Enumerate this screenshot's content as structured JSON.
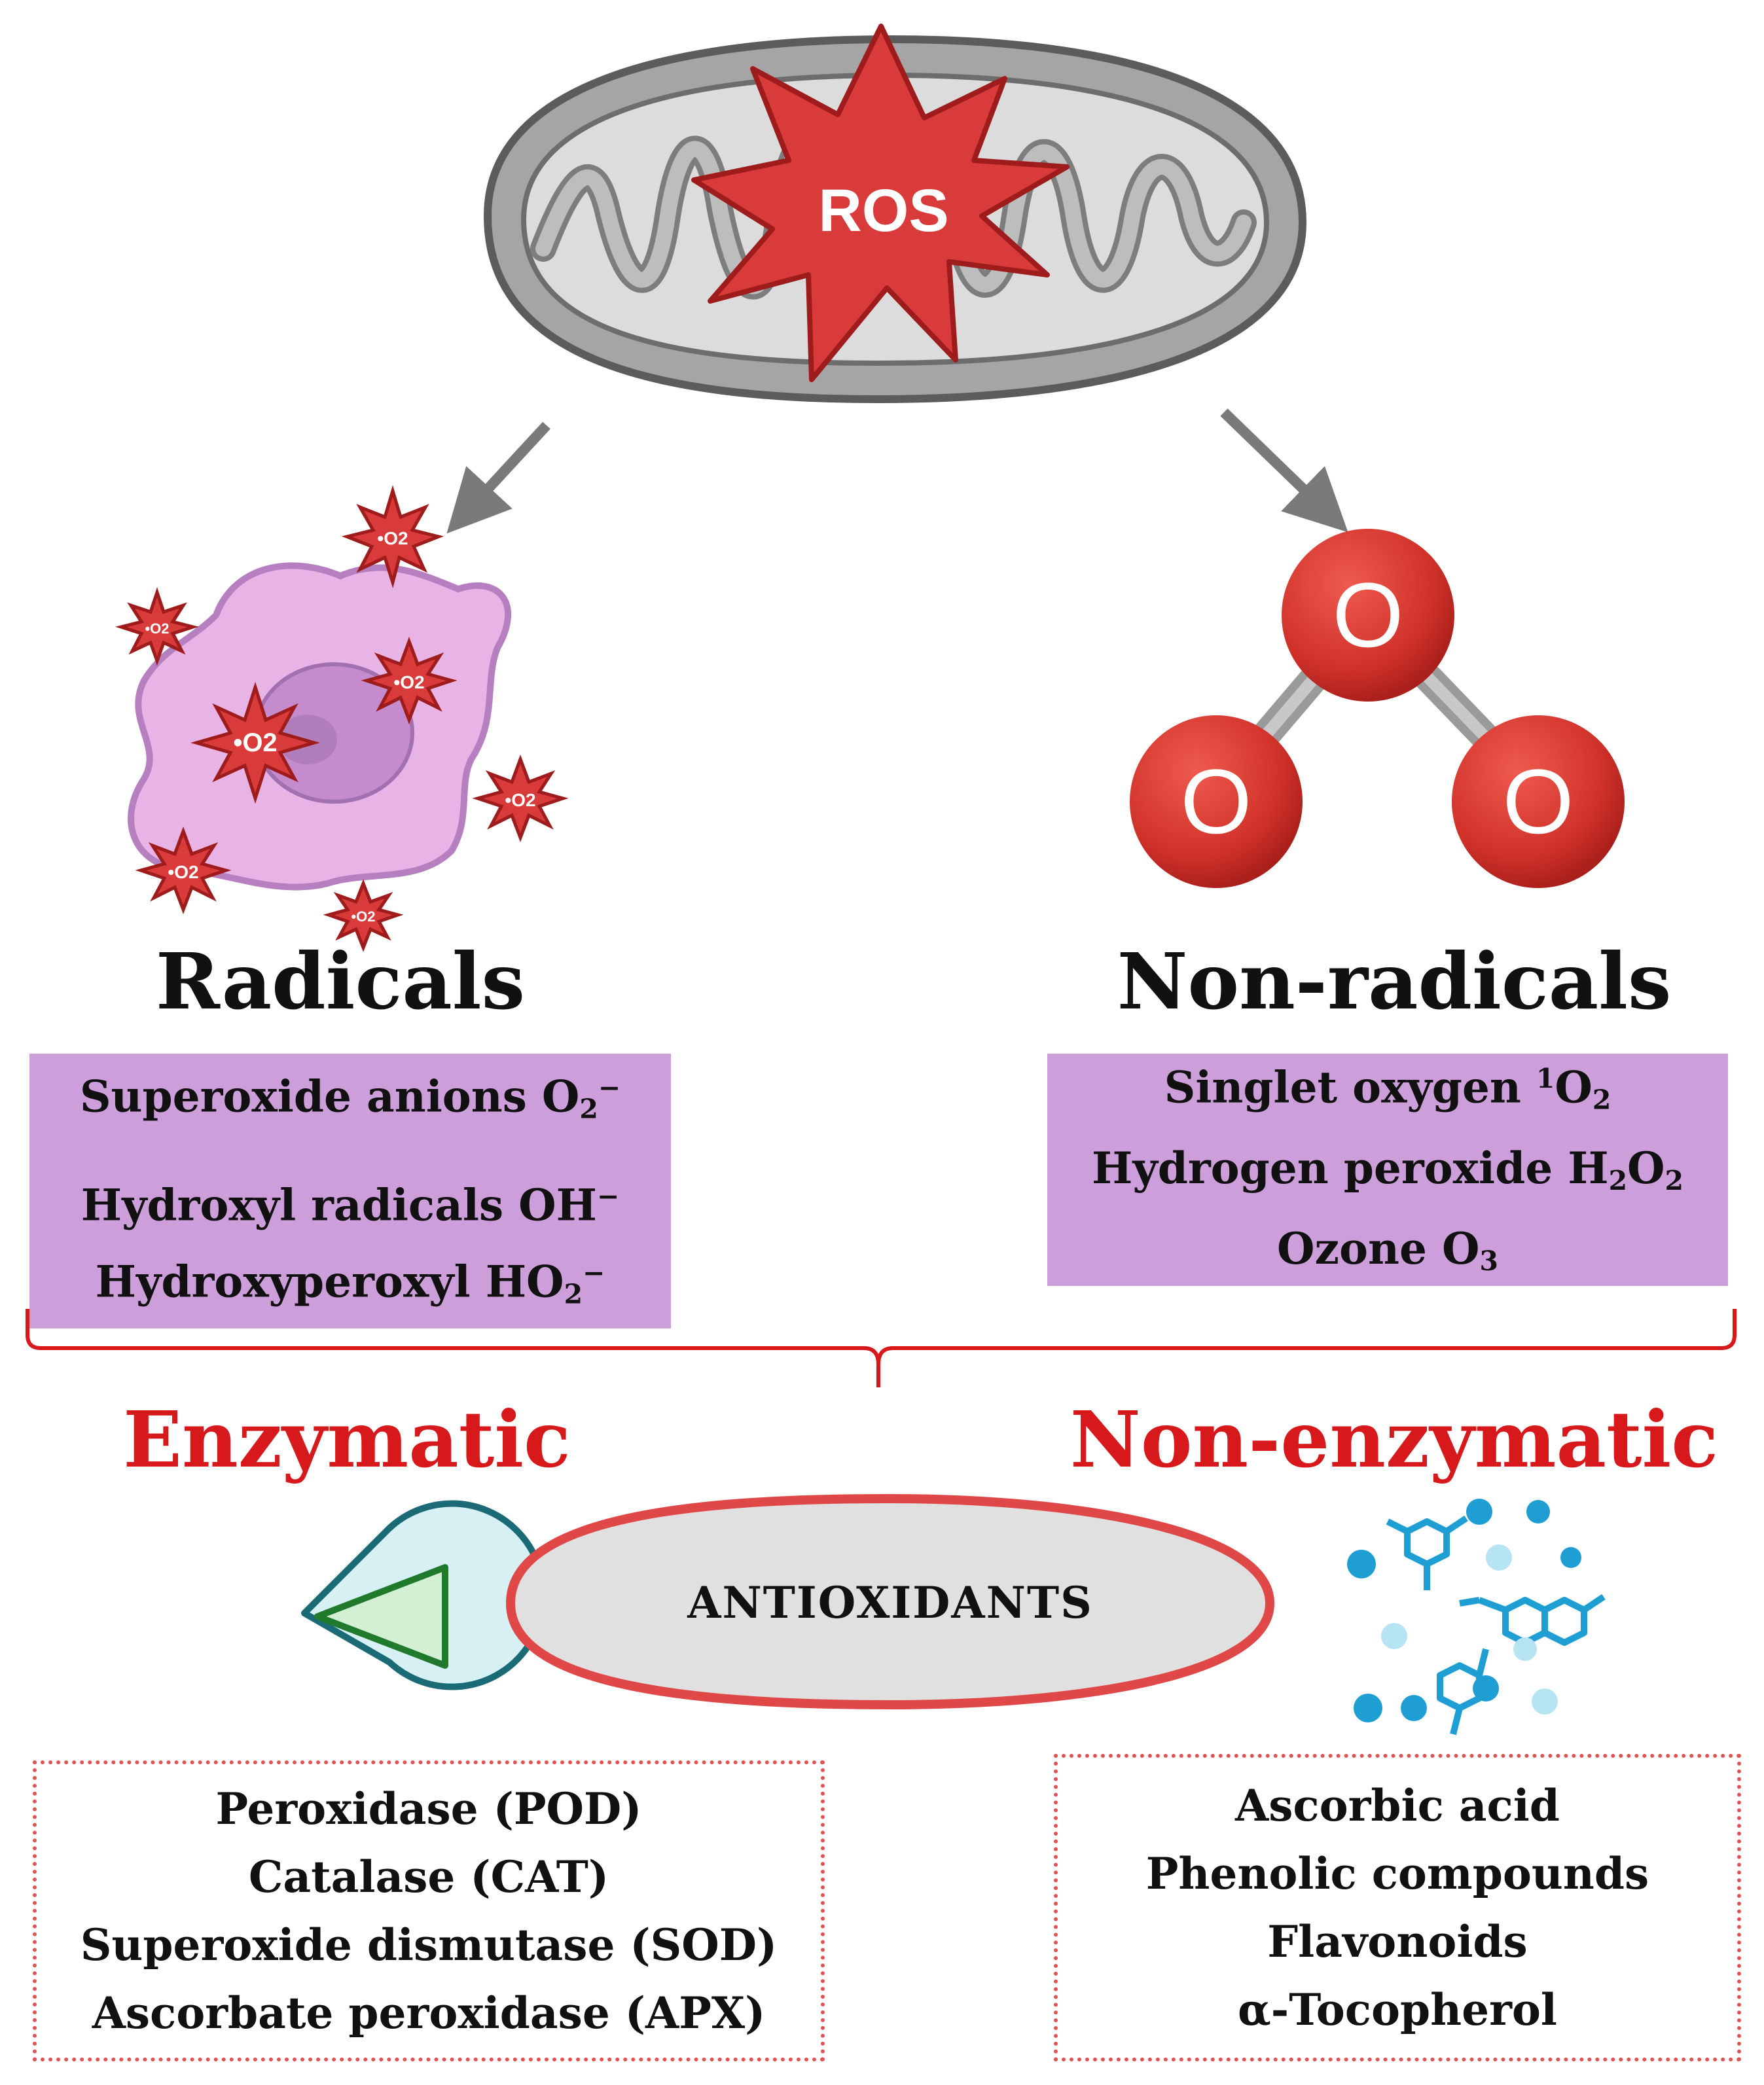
{
  "ros_label": "ROS",
  "radicals": {
    "heading": "Radicals",
    "items": [
      {
        "text": "Superoxide anions O",
        "sub": "2",
        "sup": "−"
      },
      {
        "text": "Hydroxyl radicals OH",
        "sub": "",
        "sup": "−"
      },
      {
        "text": "Hydroxyperoxyl HO",
        "sub": "2",
        "sup": "−"
      }
    ],
    "burst_label": "•O2"
  },
  "nonradicals": {
    "heading": "Non-radicals",
    "items": [
      {
        "pre": "Singlet oxygen ",
        "sup": "1",
        "text": "O",
        "sub": "2"
      },
      {
        "text": "Hydrogen peroxide H",
        "sub": "2",
        "text2": "O",
        "sub2": "2"
      },
      {
        "text": "Ozone O",
        "sub": "3"
      }
    ],
    "atom_label": "O"
  },
  "enzymatic": {
    "heading": "Enzymatic",
    "items": [
      "Peroxidase (POD)",
      "Catalase (CAT)",
      "Superoxide dismutase (SOD)",
      "Ascorbate peroxidase (APX)"
    ]
  },
  "nonenzymatic": {
    "heading": "Non-enzymatic",
    "items": [
      "Ascorbic acid",
      "Phenolic compounds",
      "Flavonoids",
      "α-Tocopherol"
    ]
  },
  "center_label": "ANTIOXIDANTS",
  "colors": {
    "accent_red": "#d7191c",
    "box_purple": "#cd9fda",
    "mito_gray": "#9e9e9e",
    "atom_red": "#d93a2f",
    "cell_pink": "#e8b4e6"
  }
}
